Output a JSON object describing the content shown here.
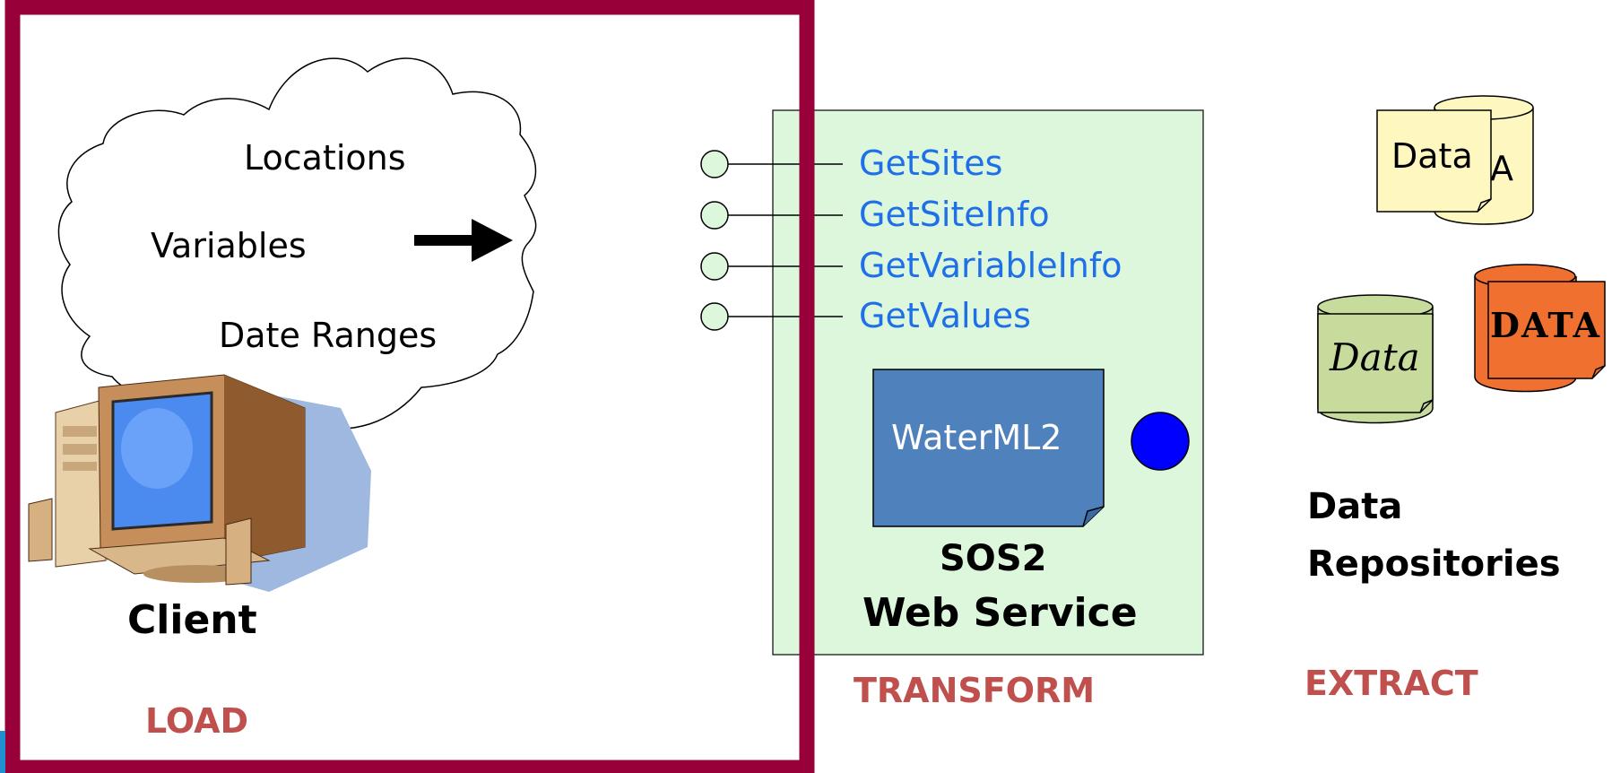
{
  "cloud": {
    "items": [
      "Locations",
      "Variables",
      "Date Ranges"
    ]
  },
  "client": {
    "label": "Client"
  },
  "stages": {
    "load": "LOAD",
    "transform": "TRANSFORM",
    "extract": "EXTRACT"
  },
  "web_service": {
    "methods": [
      "GetSites",
      "GetSiteInfo",
      "GetVariableInfo",
      "GetValues"
    ],
    "document_label": "WaterML2",
    "title_line1": "SOS2",
    "title_line2": "Web Service"
  },
  "repositories": {
    "cylinder_labels": [
      "Data",
      "Data",
      "DATA"
    ],
    "hidden_label_fragment": "A",
    "title_line1": "Data",
    "title_line2": "Repositories"
  },
  "colors": {
    "load_box": "#98003A",
    "service_bg": "#DDF7DD",
    "method_text": "#1F6FE8",
    "stage_label": "#C0504D",
    "waterml_doc": "#4F81BD",
    "status_dot": "#0000FF",
    "repo_yellow": "#FFF7C0",
    "repo_green": "#C6DB9C",
    "repo_orange": "#F07030"
  }
}
